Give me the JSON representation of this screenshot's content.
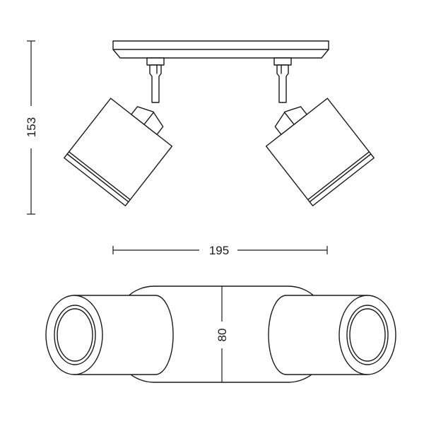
{
  "dimensions": {
    "height": "153",
    "width": "195",
    "depth": "80"
  },
  "colors": {
    "stroke": "#1a1a1a",
    "background": "#ffffff"
  }
}
